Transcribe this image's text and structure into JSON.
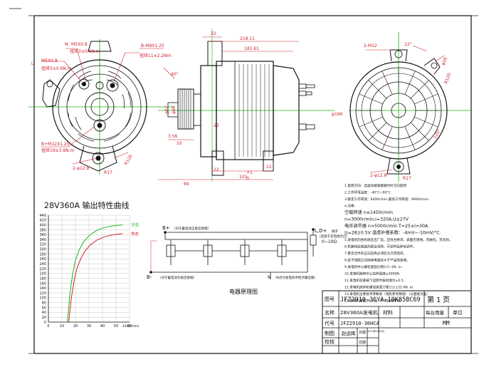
{
  "front_view": {
    "n_label": "N",
    "n_thread": "M5X0.8",
    "n_torque": "扭矩3±0.6N.m",
    "l_label": "L",
    "l_thread": "M5X0.8",
    "l_torque": "扭矩3±0.6N.m",
    "b_minus_thread": "B-M8X1.25",
    "b_minus_torque": "扭矩11±2.2Nm",
    "b_plus_thread": "B+M12X1.25",
    "b_plus_torque": "扭矩19±3.8N.m",
    "hole_dim": "2-φ12.8",
    "radius": "R17",
    "radius2": "R120"
  },
  "side_view": {
    "len_total": "218.11",
    "len_body": "181.61",
    "dim_22_top": "22",
    "angle": "40°",
    "pulley_dia": "φ62",
    "pulley_dia2": "φ8K",
    "dim_356": "3.56",
    "dim_10": "10",
    "dim_69": "69",
    "dim_101": "101",
    "tol_plus": "+1",
    "tol_zero": "0",
    "dim_22_a": "22",
    "dim_22_b": "22",
    "dim_22_c": "22"
  },
  "rear_view": {
    "holes": "2-M12",
    "angle_a": "22°",
    "angle_b": "120°",
    "radius": "R120",
    "dia_large": "φ196",
    "dia_hole": "φ16",
    "hole_dim": "2-φ12.8",
    "radius2": "R17"
  },
  "chart_title": "28V360A 输出特性曲线",
  "chart_data": {
    "type": "line",
    "title": "28V360A 输出特性曲线",
    "xlabel": "X100r/min",
    "ylabel": "",
    "x_ticks": [
      "0",
      "10",
      "20",
      "30",
      "40",
      "50",
      "60"
    ],
    "y_ticks": [
      "0",
      "20",
      "40",
      "60",
      "80",
      "100",
      "120",
      "140",
      "160",
      "180",
      "200",
      "220",
      "240",
      "260",
      "280",
      "300",
      "320",
      "340",
      "360",
      "380",
      "400",
      "420",
      "440"
    ],
    "xlim": [
      0,
      60
    ],
    "ylim": [
      0,
      440
    ],
    "series": [
      {
        "name": "冷态",
        "color": "#18b418",
        "x": [
          14,
          15,
          16,
          18,
          20,
          23,
          26,
          30,
          35,
          40,
          45,
          50,
          55
        ],
        "y": [
          0,
          60,
          120,
          200,
          255,
          300,
          330,
          355,
          375,
          387,
          394,
          398,
          400
        ]
      },
      {
        "name": "热态",
        "color": "#d0202a",
        "x": [
          15,
          16,
          17,
          19,
          21,
          24,
          27,
          31,
          36,
          41,
          46,
          51,
          55
        ],
        "y": [
          0,
          50,
          100,
          170,
          220,
          262,
          292,
          318,
          338,
          350,
          358,
          362,
          364
        ]
      }
    ]
  },
  "specs": [
    "1.旋转方向：自驱动端观察顺时针方向旋转",
    "2.工作环境温度：-40°C~90°C.",
    "3.额定工作转速：6000r/min.最高工作转速：9000r/min.",
    "4.功率:",
    "空载转速 n≤1450r/min",
    "n=3000r/min,I=320A,U≥27V",
    "电压调节器 n=5000r/min  T=25±I=30A.",
    "U=28±0.5V 温度补偿系数：-4mV~-10mV/°C.",
    "5.发电机的各机组在出厂前，应符合要求，表面无锈蚀，无磁伤，无毛刺。",
    "6.机座和后端盖的配合间隙，可调节后移动调节。",
    "7.整流元件的正向压降必须在允许范围内。",
    "8.定子线圈之间绝缘电阻应大于产品规定值。",
    "9.发电机中心螺栓紧固力矩0.5~1N. m.",
    "10.发电机旋转中心拉伸强度≥3000N.",
    "11.发电机在重载下运转时振动值为±0.5.",
    "12.发电机皮带轮螺母紧固力矩112±22.4N. m.",
    "13.发电机主要技术参数表（电机参考数值）（以图纸为准）",
    "13.发电机重量28.4kg（不包括皮带轮）"
  ],
  "circuit": {
    "title": "电器原理图",
    "b_plus": "B+",
    "b_plus_note": "（对于蓄电池正极连接端）",
    "b_minus": "B-",
    "b_minus_note": "（对于蓄电池负极连接端）",
    "n_label": "N",
    "n_note": "（N点为发电机中性点输出端）",
    "ld_label": "L,D+",
    "ld_note": "（连接于充电指示灯）",
    "ld_range": "0~10Ω",
    "ld_side": "端子"
  },
  "title_block": {
    "row1_label": "图号",
    "drawing_no": "JFZ2910-36YA-10K85BC69",
    "sheet_prefix": "第",
    "sheet_no": "1",
    "sheet_suffix": "页",
    "name_label": "名称",
    "name_value": "28V360A发电机",
    "material_label": "材料",
    "qty_label": "每台用量",
    "unit_label": "单位",
    "code_label": "代号",
    "code_value": "JFZ2910-36HCA",
    "unit_value": "MM",
    "draw_label": "制图",
    "drawer": "赵运辉",
    "date_label": "日期",
    "date_value": "2014年1月4日",
    "check_label": "校核",
    "check_date_label": "日期"
  },
  "colors": {
    "line": "#111111",
    "dimension": "#d0202a",
    "centerline": "#18b418",
    "grid": "#b8b8b8"
  }
}
